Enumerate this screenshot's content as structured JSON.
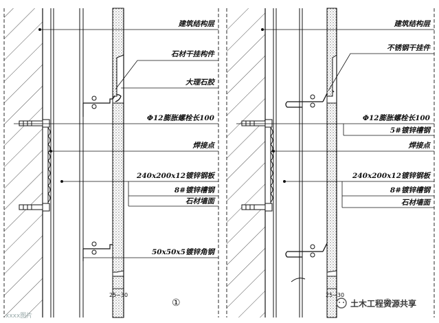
{
  "panel_left": {
    "labels": {
      "structure_layer": "建筑结构层",
      "hanger": "石材干挂构件",
      "marble_glue": "大理石胶",
      "anchor_bolt": "Φ12膨胀螺栓长100",
      "weld_point": "焊接点",
      "steel_plate": "240x200x12镀锌钢板",
      "channel_steel": "8#镀锌槽钢",
      "stone_face": "石材墙面",
      "angle_steel": "50x50x5镀锌角钢"
    },
    "dim_text": "25~30",
    "number": "①"
  },
  "panel_right": {
    "labels": {
      "structure_layer": "建筑结构层",
      "hanger": "不锈钢干挂件",
      "anchor_bolt": "Φ12膨胀螺栓长100",
      "channel_steel_5": "5#镀锌槽钢",
      "weld_point": "焊接点",
      "steel_plate": "240x200x12镀锌钢板",
      "channel_steel_8": "8#镀锌槽钢",
      "stone_face": "石材墙面"
    },
    "dim_text": "25~30",
    "number": "②"
  },
  "watermark": {
    "text": "土木工程资源共享",
    "sub": "xxxx图片"
  },
  "colors": {
    "line": "#111111",
    "hatch": "#222222",
    "stone": "#cfcfcf"
  }
}
